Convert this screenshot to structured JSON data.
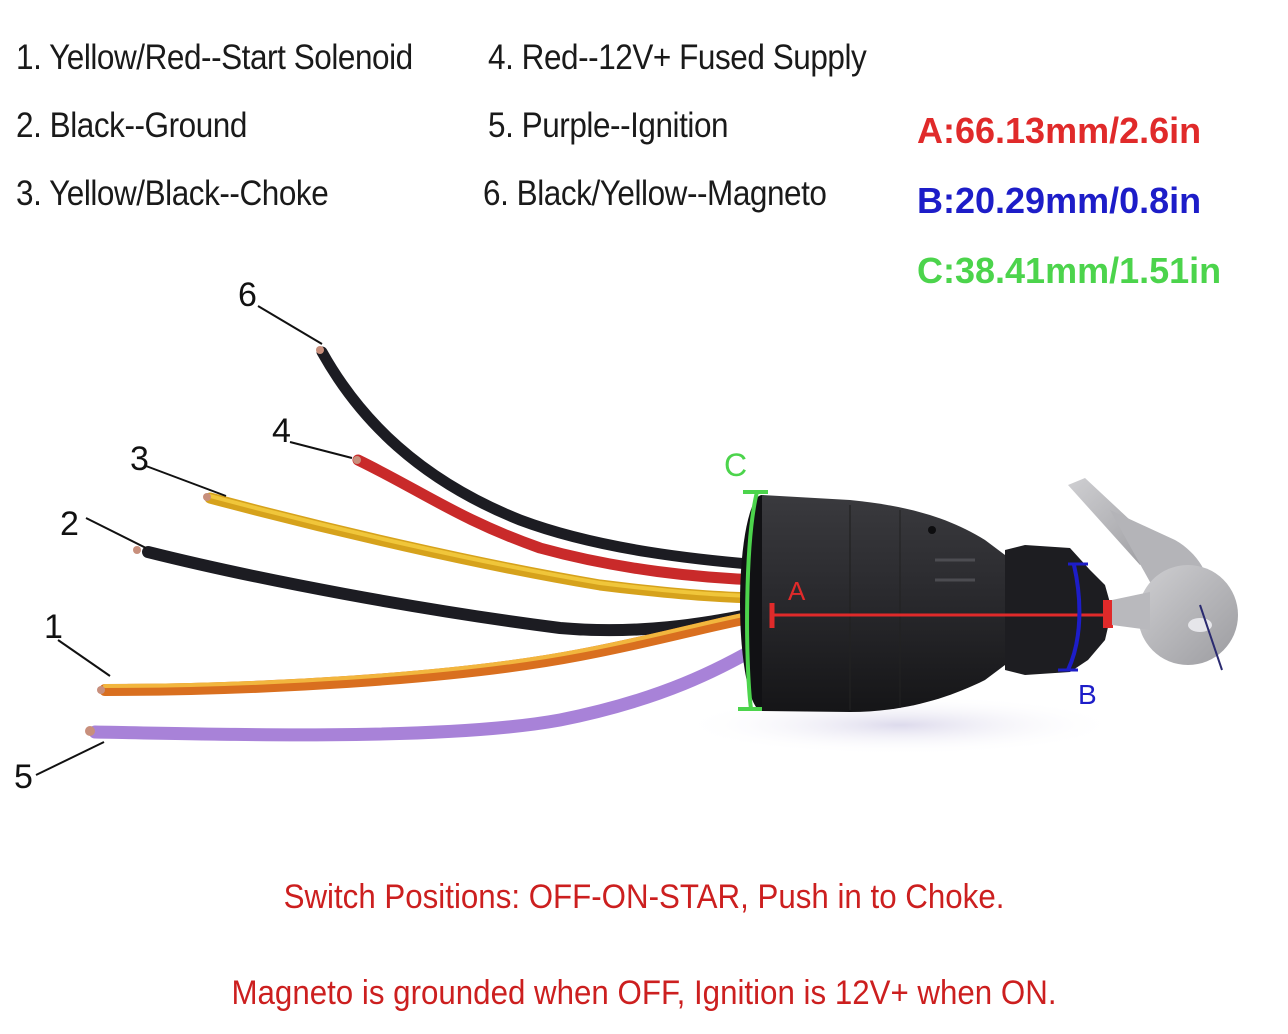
{
  "legend": [
    {
      "label": "1. Yellow/Red--Start Solenoid"
    },
    {
      "label": "2. Black--Ground"
    },
    {
      "label": "3. Yellow/Black--Choke"
    },
    {
      "label": "4. Red--12V+ Fused Supply"
    },
    {
      "label": "5. Purple--Ignition"
    },
    {
      "label": "6. Black/Yellow--Magneto"
    }
  ],
  "dimensions": {
    "a": {
      "text": "A:66.13mm/2.6in",
      "color": "#e02a2a",
      "marker": "A"
    },
    "b": {
      "text": "B:20.29mm/0.8in",
      "color": "#1d1dc8",
      "marker": "B"
    },
    "c": {
      "text": "C:38.41mm/1.51in",
      "color": "#4cd44c",
      "marker": "C"
    }
  },
  "wire_labels": [
    "1",
    "2",
    "3",
    "4",
    "5",
    "6"
  ],
  "wires": [
    {
      "number": "1",
      "color": "Yellow/Red",
      "function": "Start Solenoid"
    },
    {
      "number": "2",
      "color": "Black",
      "function": "Ground"
    },
    {
      "number": "3",
      "color": "Yellow/Black",
      "function": "Choke"
    },
    {
      "number": "4",
      "color": "Red",
      "function": "12V+ Fused Supply"
    },
    {
      "number": "5",
      "color": "Purple",
      "function": "Ignition"
    },
    {
      "number": "6",
      "color": "Black/Yellow",
      "function": "Magneto"
    }
  ],
  "notes": {
    "switch_positions": "Switch Positions: OFF-ON-STAR, Push in to Choke.",
    "magneto": "Magneto is grounded when OFF, Ignition is 12V+ when ON."
  },
  "images": {
    "switch": "ignition-switch-body",
    "key": "ignition-key"
  }
}
